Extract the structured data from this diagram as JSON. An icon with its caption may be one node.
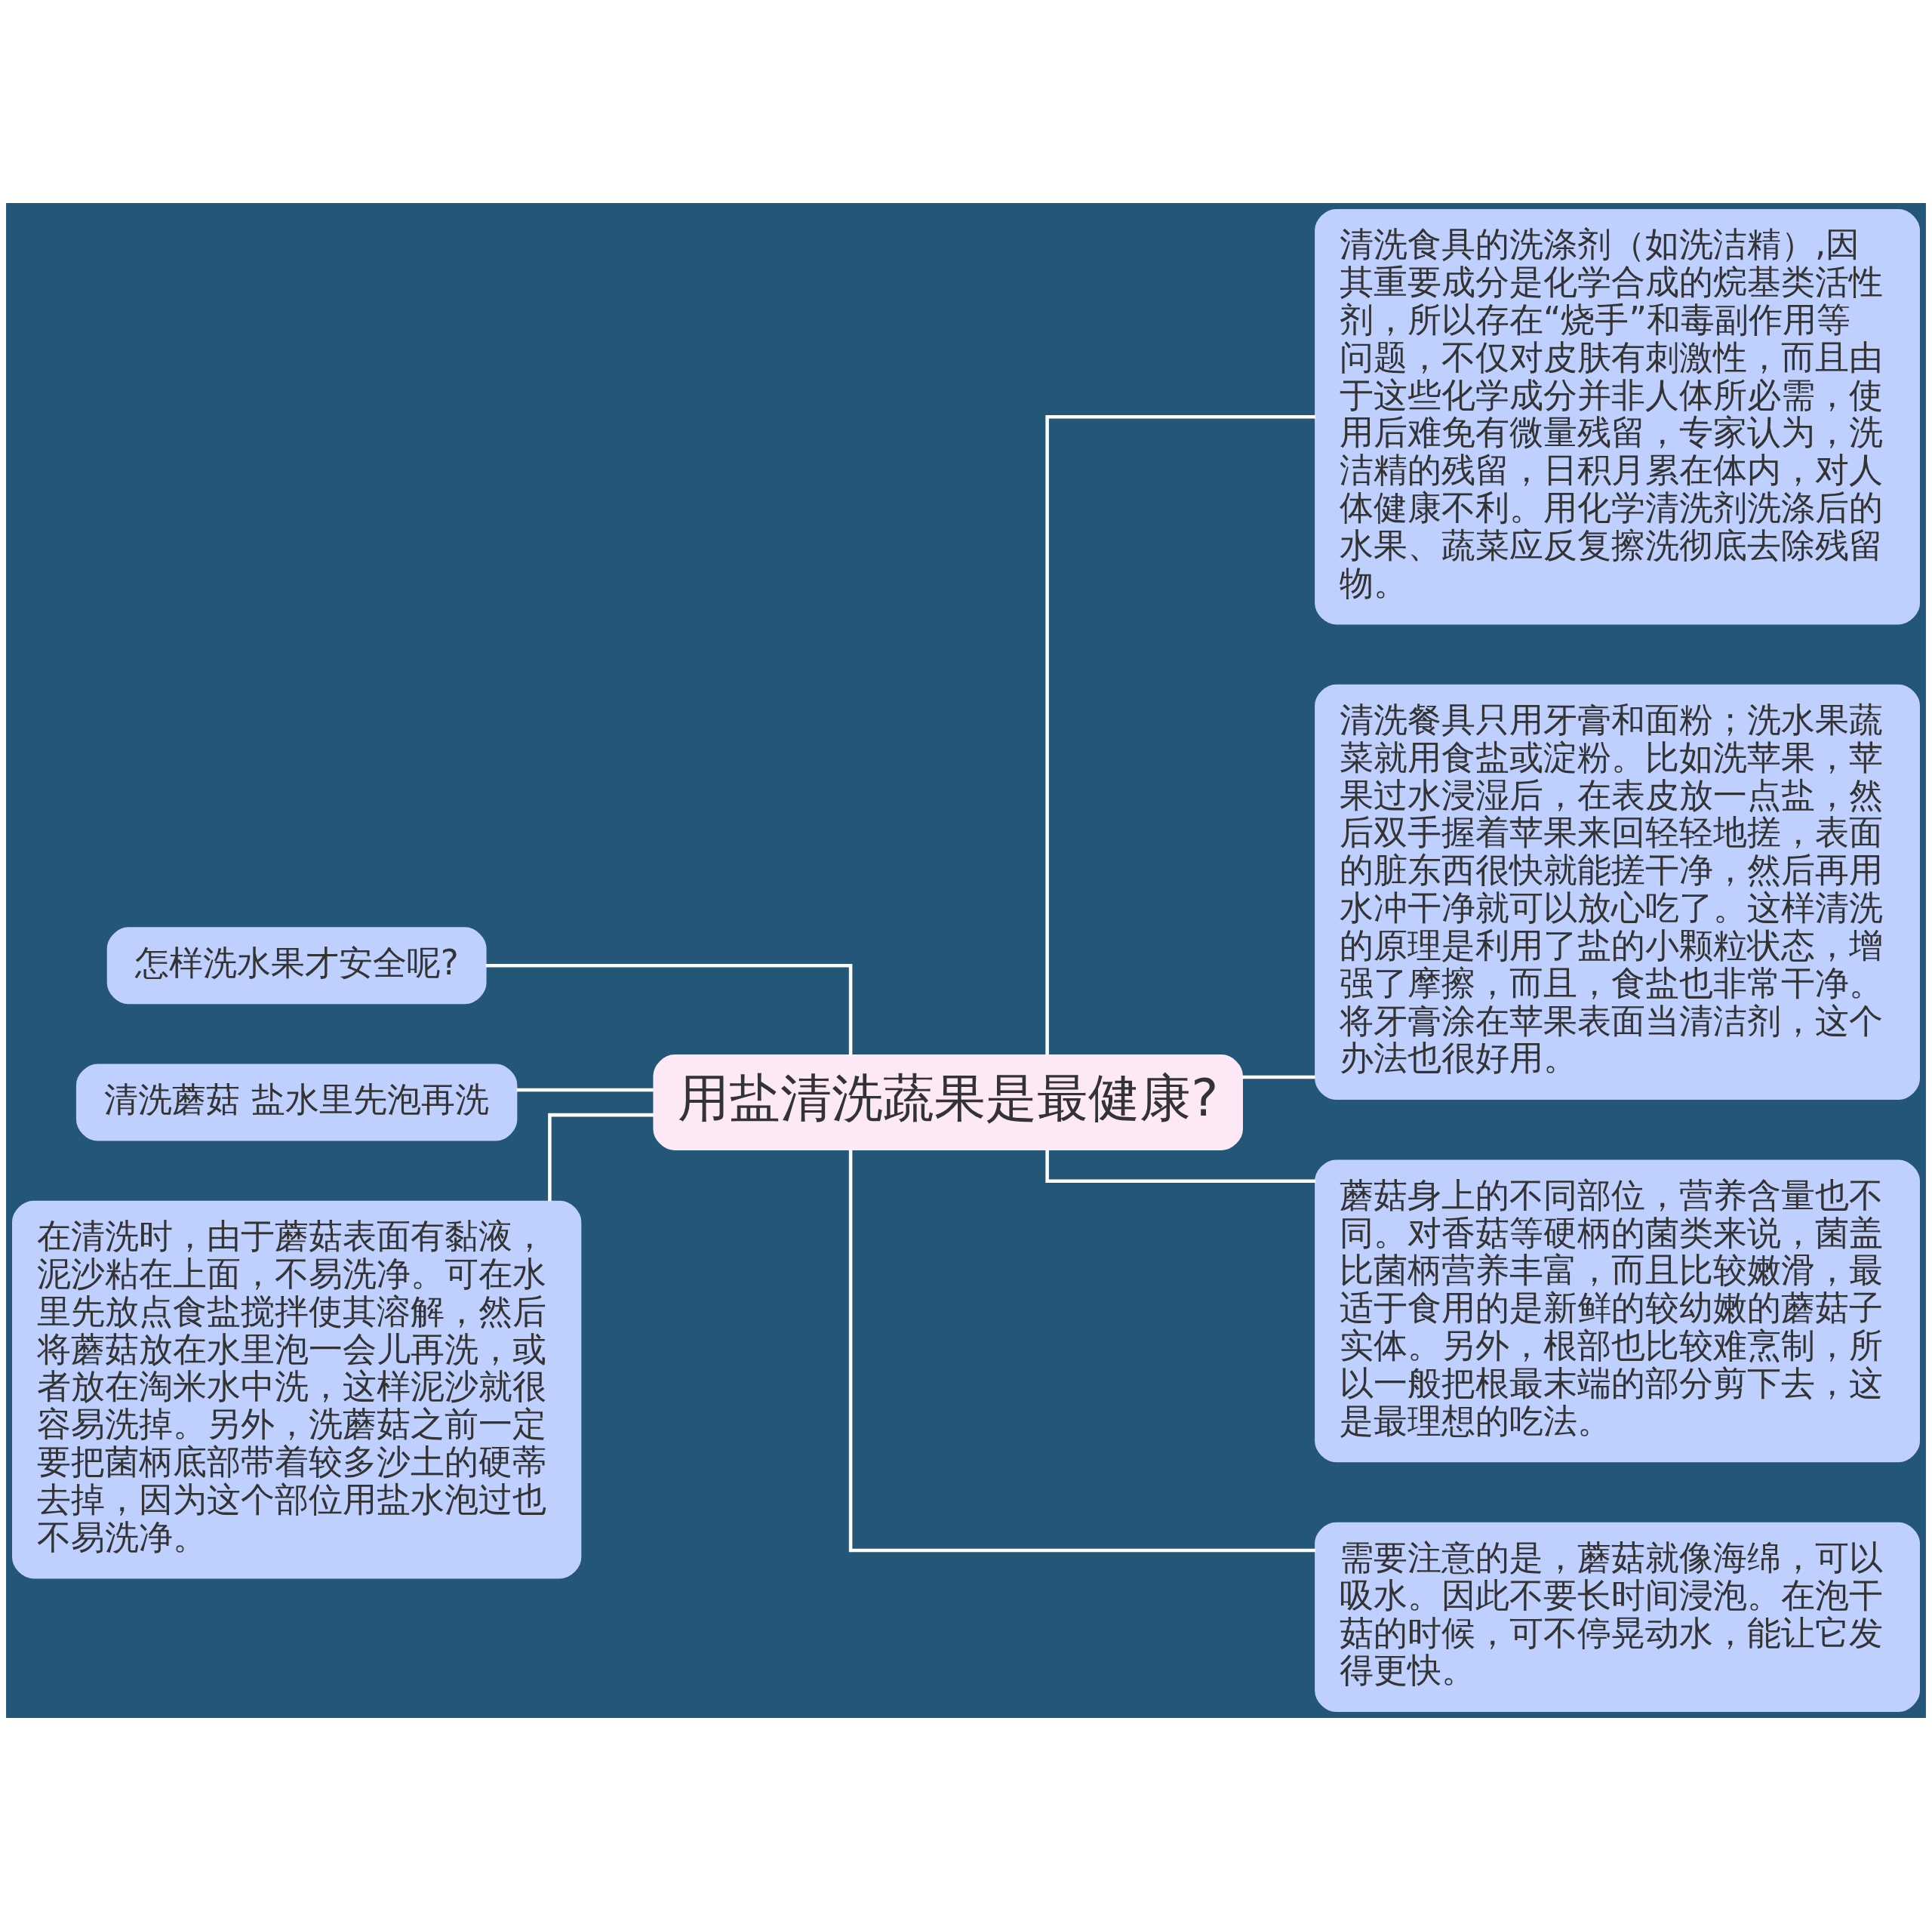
{
  "diagram": {
    "nodes": [
      {
        "text": [
          "用盐清洗蔬果是最健康?"
        ]
      },
      {
        "text": [
          "怎样洗水果才安全呢?"
        ]
      },
      {
        "text": [
          "清洗蘑菇 盐水里先泡再洗"
        ]
      },
      {
        "text": [
          "在清洗时，由于蘑菇表面有黏液，泥沙粘在上面，不易洗净。可在水里先放点食盐搅拌使其溶解，然后将蘑菇放在水里泡一会儿再洗，或者放在淘米水中洗，这样泥沙就很容易洗掉。另外，洗蘑菇之前一定要把菌柄底部带着较多沙土的硬蒂去掉，因为这个部位用盐水泡过也不易洗净。"
        ]
      },
      {
        "text": [
          "清洗食具的洗涤剂（如洗洁精）,因其重要成分是化学合成的烷基类活性剂，所以存在“烧手”和毒副作用等问题，不仅对皮肤有刺激性，而且由于这些化学成分并非人体所必需，使用后难免有微量残留，专家认为，洗洁精的残留，日积月累在体内，对人体健康不利。用化学清洗剂洗涤后的水果、蔬菜应反复擦洗彻底去除残留物。"
        ]
      },
      {
        "text": [
          "清洗餐具只用牙膏和面粉；洗水果蔬菜就用食盐或淀粉。比如洗苹果，苹果过水浸湿后，在表皮放一点盐，然后双手握着苹果来回轻轻地搓，表面的脏东西很快就能搓干净，然后再用水冲干净就可以放心吃了。这样清洗的原理是利用了盐的小颗粒状态，增强了摩擦，而且，食盐也非常干净。将牙膏涂在苹果表面当清洁剂，这个办法也很好用。"
        ]
      },
      {
        "text": [
          "蘑菇身上的不同部位，营养含量也不同。对香菇等硬柄的菌类来说，菌盖比菌柄营养丰富，而且比较嫩滑，最适于食用的是新鲜的较幼嫩的蘑菇子实体。另外，根部也比较难烹制，所以一般把根最末端的部分剪下去，这是最理想的吃法。"
        ]
      },
      {
        "text": [
          "需要注意的是，蘑菇就像海绵，可以吸水。因此不要长时间浸泡。在泡干菇的时候，可不停晃动水，能让它发得更快。"
        ]
      }
    ],
    "edges": [
      {
        "from": 0,
        "to": 1,
        "arrow": "none"
      },
      {
        "from": 0,
        "to": 2,
        "arrow": "none"
      },
      {
        "from": 0,
        "to": 3,
        "arrow": "none"
      },
      {
        "from": 0,
        "to": 4,
        "arrow": "none"
      },
      {
        "from": 0,
        "to": 5,
        "arrow": "none"
      },
      {
        "from": 0,
        "to": 6,
        "arrow": "none"
      },
      {
        "from": 0,
        "to": 7,
        "arrow": "none"
      }
    ]
  }
}
